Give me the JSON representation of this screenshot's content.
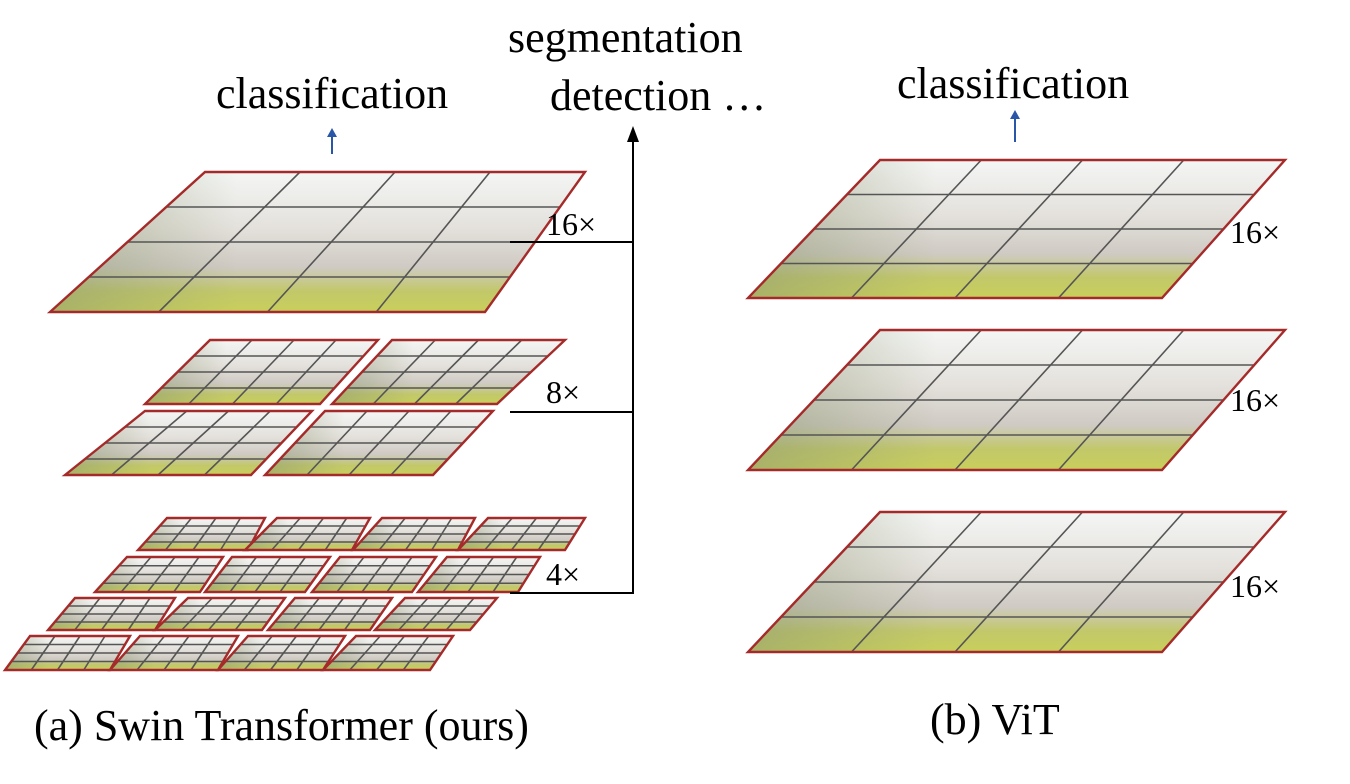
{
  "swin": {
    "top_output_label": "classification",
    "multi_output_label_1": "segmentation",
    "multi_output_label_2": "detection …",
    "level_labels": [
      "16×",
      "8×",
      "4×"
    ],
    "caption": "(a) Swin Transformer (ours)"
  },
  "vit": {
    "top_output_label": "classification",
    "level_labels": [
      "16×",
      "16×",
      "16×"
    ],
    "caption": "(b) ViT"
  },
  "colors": {
    "patch_border": "#a52a2a",
    "grid_line": "#555555",
    "arrow_blue": "#2a56a8",
    "arrow_black": "#000000",
    "image_sky": "#f3f5f4",
    "image_building": "#d9d3cc",
    "image_tree": "#9aa27e",
    "image_grass": "#c9cf5a"
  }
}
